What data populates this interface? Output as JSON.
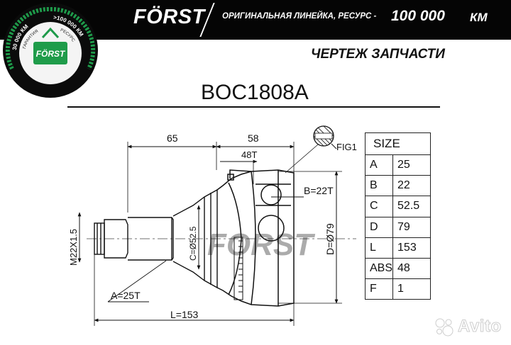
{
  "header": {
    "brand": "FÖRST",
    "tagline": "ОРИГИНАЛЬНАЯ ЛИНЕЙКА, РЕСУРС -",
    "resource_value": "100 000",
    "resource_unit": "КМ",
    "subtitle": "ЧЕРТЕЖ ЗАПЧАСТИ"
  },
  "badge": {
    "left_text": "30 000 КМ",
    "left_sub": "ГАРАНТИЯ",
    "right_text": ">100 000 КМ",
    "right_sub": "РЕСУРС",
    "center_text": "FÖRST",
    "colors": {
      "ring": "#0d0d0d",
      "accent": "#1e9a4a",
      "green_panel": "#1f9c4a"
    }
  },
  "part_code": "BOC1808A",
  "drawing": {
    "labels": {
      "dim_65": "65",
      "dim_58": "58",
      "spline_48": "48T",
      "fig": "FIG1",
      "b_spline": "B=22T",
      "thread": "M22X1.5",
      "c_dia": "C=Ø52.5",
      "d_dia": "D=Ø79",
      "a_spline": "A=25T",
      "length": "L=153"
    },
    "watermark_text": "FORST"
  },
  "size_table": {
    "header": "SIZE",
    "rows": [
      {
        "key": "A",
        "value": "25"
      },
      {
        "key": "B",
        "value": "22"
      },
      {
        "key": "C",
        "value": "52.5"
      },
      {
        "key": "D",
        "value": "79"
      },
      {
        "key": "L",
        "value": "153"
      },
      {
        "key": "ABS",
        "value": "48"
      },
      {
        "key": "F",
        "value": "1"
      }
    ]
  },
  "watermark": {
    "text": "Avito",
    "icon": "avito-dots-icon"
  }
}
